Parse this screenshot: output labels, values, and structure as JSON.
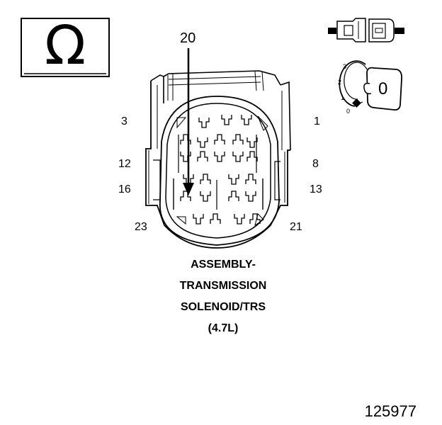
{
  "icons": {
    "ohm_meter": "ohm-symbol-icon",
    "disconnect_connector": "connector-disconnect-icon",
    "ignition": "ignition-key-icon"
  },
  "ohm_symbol": "Ω",
  "ignition": {
    "key_position": "0",
    "scale_labels": [
      "3",
      "2",
      "1",
      "0"
    ]
  },
  "callout_pin": "20",
  "pin_labels": {
    "top_left": "3",
    "top_right": "1",
    "mid_left": "12",
    "mid_right": "8",
    "lower_left": "16",
    "lower_right": "13",
    "bottom_left": "23",
    "bottom_right": "21"
  },
  "caption": [
    "ASSEMBLY-",
    "TRANSMISSION",
    "SOLENOID/TRS",
    "(4.7L)"
  ],
  "figure_number": "125977"
}
